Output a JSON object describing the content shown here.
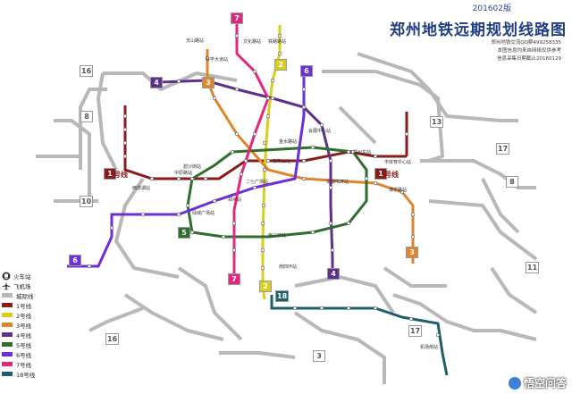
{
  "header": {
    "version": "201602版",
    "title": "郑州地铁远期规划线路图",
    "notes": [
      "郑州地铁交流QQ群499258335",
      "本图信息均来自网络仅供参考",
      "信息采集日期截止20160129"
    ]
  },
  "legend": {
    "items": [
      {
        "label": "火车站",
        "icon": "train-station-icon"
      },
      {
        "label": "飞机场",
        "icon": "airport-icon"
      },
      {
        "label": "城际线",
        "color": "#b8b8b8"
      },
      {
        "label": "1号线",
        "color": "#8b1a1a"
      },
      {
        "label": "2号线",
        "color": "#d8cf1c"
      },
      {
        "label": "3号线",
        "color": "#e0862a"
      },
      {
        "label": "4号线",
        "color": "#5e2f8c"
      },
      {
        "label": "5号线",
        "color": "#2f6e2e"
      },
      {
        "label": "6号线",
        "color": "#6e2fd6"
      },
      {
        "label": "7号线",
        "color": "#e0287f"
      },
      {
        "label": "18号线",
        "color": "#1d5f6b"
      }
    ]
  },
  "badges": [
    {
      "text": "16",
      "color": "#ffffff",
      "fg": "#555555"
    },
    {
      "text": "8",
      "color": "#ffffff",
      "fg": "#555555"
    },
    {
      "text": "10",
      "color": "#ffffff",
      "fg": "#555555"
    },
    {
      "text": "13",
      "color": "#ffffff",
      "fg": "#555555"
    },
    {
      "text": "17",
      "color": "#ffffff",
      "fg": "#555555"
    },
    {
      "text": "8",
      "color": "#ffffff",
      "fg": "#555555"
    },
    {
      "text": "11",
      "color": "#ffffff",
      "fg": "#555555"
    },
    {
      "text": "16",
      "color": "#ffffff",
      "fg": "#555555"
    },
    {
      "text": "3",
      "color": "#ffffff",
      "fg": "#555555"
    },
    {
      "text": "17",
      "color": "#ffffff",
      "fg": "#555555"
    },
    {
      "text": "7",
      "color": "#e0287f",
      "fg": "#ffffff"
    },
    {
      "text": "2",
      "color": "#d8cf1c",
      "fg": "#ffffff"
    },
    {
      "text": "6",
      "color": "#6e2fd6",
      "fg": "#ffffff"
    },
    {
      "text": "4",
      "color": "#5e2f8c",
      "fg": "#ffffff"
    },
    {
      "text": "3",
      "color": "#e0862a",
      "fg": "#ffffff"
    },
    {
      "text": "1",
      "color": "#8b1a1a",
      "fg": "#ffffff"
    },
    {
      "text": "1",
      "color": "#8b1a1a",
      "fg": "#ffffff"
    },
    {
      "text": "5",
      "color": "#2f6e2e",
      "fg": "#ffffff"
    },
    {
      "text": "6",
      "color": "#6e2fd6",
      "fg": "#ffffff"
    },
    {
      "text": "7",
      "color": "#e0287f",
      "fg": "#ffffff"
    },
    {
      "text": "2",
      "color": "#d8cf1c",
      "fg": "#ffffff"
    },
    {
      "text": "18",
      "color": "#1d5f6b",
      "fg": "#ffffff"
    },
    {
      "text": "4",
      "color": "#5e2f8c",
      "fg": "#ffffff"
    },
    {
      "text": "3",
      "color": "#e0862a",
      "fg": "#ffffff"
    }
  ],
  "line_labels": [
    "号线",
    "号线"
  ],
  "stations": [
    "天山路站",
    "文化路站",
    "铁路路站",
    "科学大道站",
    "中原路站",
    "金水路站",
    "郑州东站",
    "郑州站",
    "二七广场站",
    "紫荆山站",
    "会展中心站",
    "市体育中心站",
    "南四环站",
    "南三环站",
    "博学路站",
    "西流湖站",
    "碧沙岗站",
    "绿城广场站",
    "龙湖中环站",
    "机场南站"
  ],
  "watermark": "悟空问答"
}
